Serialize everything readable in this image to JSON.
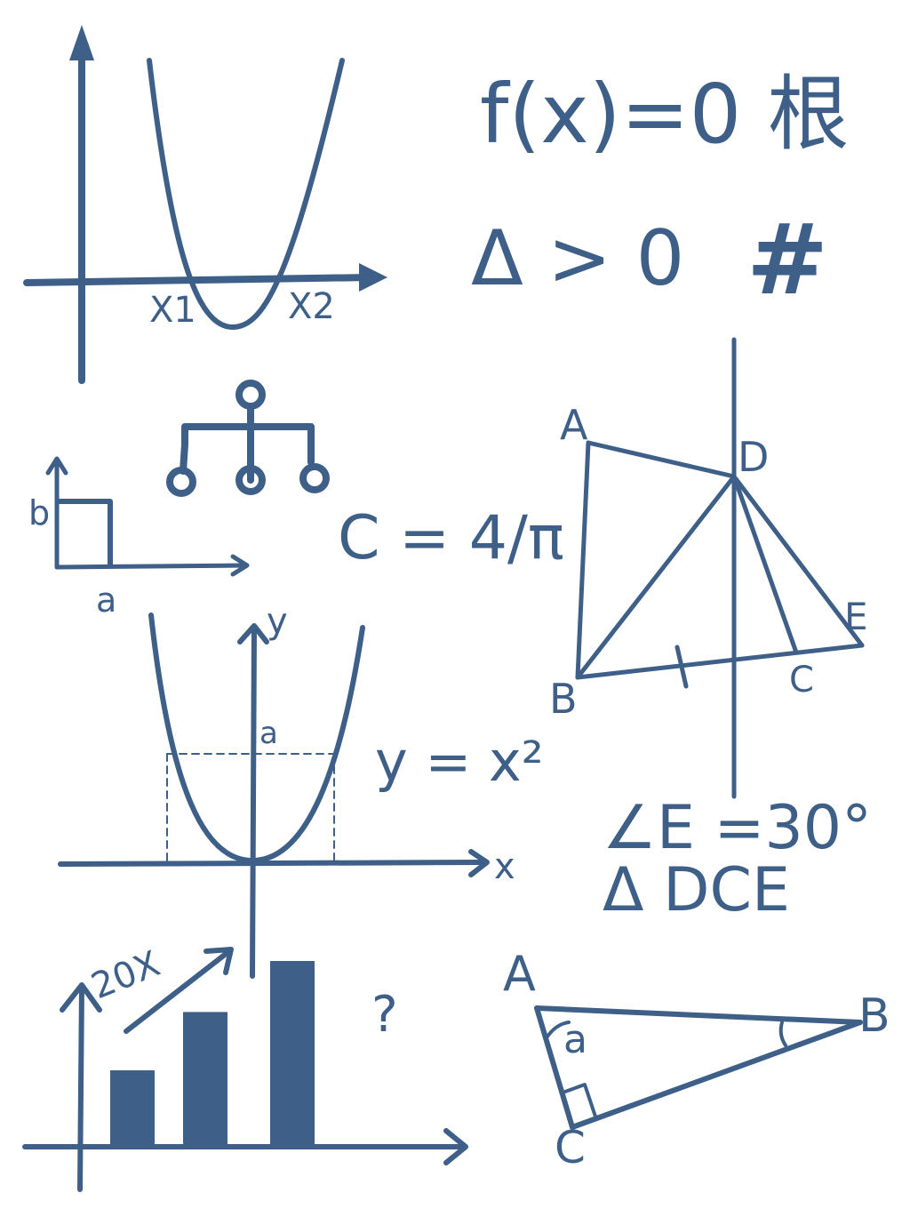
{
  "ink_color": "#3e5f88",
  "top_parabola": {
    "root1": "X1",
    "root2": "X2"
  },
  "equation": {
    "line1": "f(x)=0 根",
    "delta": "Δ > 0",
    "hash": "#"
  },
  "rect_axes": {
    "height_label": "b",
    "width_label": "a"
  },
  "circumference": "C = 4/π",
  "middle_parabola": {
    "y_axis": "y",
    "x_axis": "x",
    "level": "a",
    "equation": "y = x²"
  },
  "triangle_dce": {
    "A": "A",
    "D": "D",
    "E": "E",
    "B": "B",
    "C": "C",
    "angle_note": "∠E =30°",
    "triangle_note": "Δ DCE"
  },
  "growth_chart": {
    "arrow_label": "20X",
    "question": "?",
    "bars": [
      {
        "value": 1.0
      },
      {
        "value": 1.8
      },
      {
        "value": 2.5
      }
    ]
  },
  "right_triangle": {
    "A": "A",
    "B": "B",
    "C": "C",
    "angle": "a"
  }
}
